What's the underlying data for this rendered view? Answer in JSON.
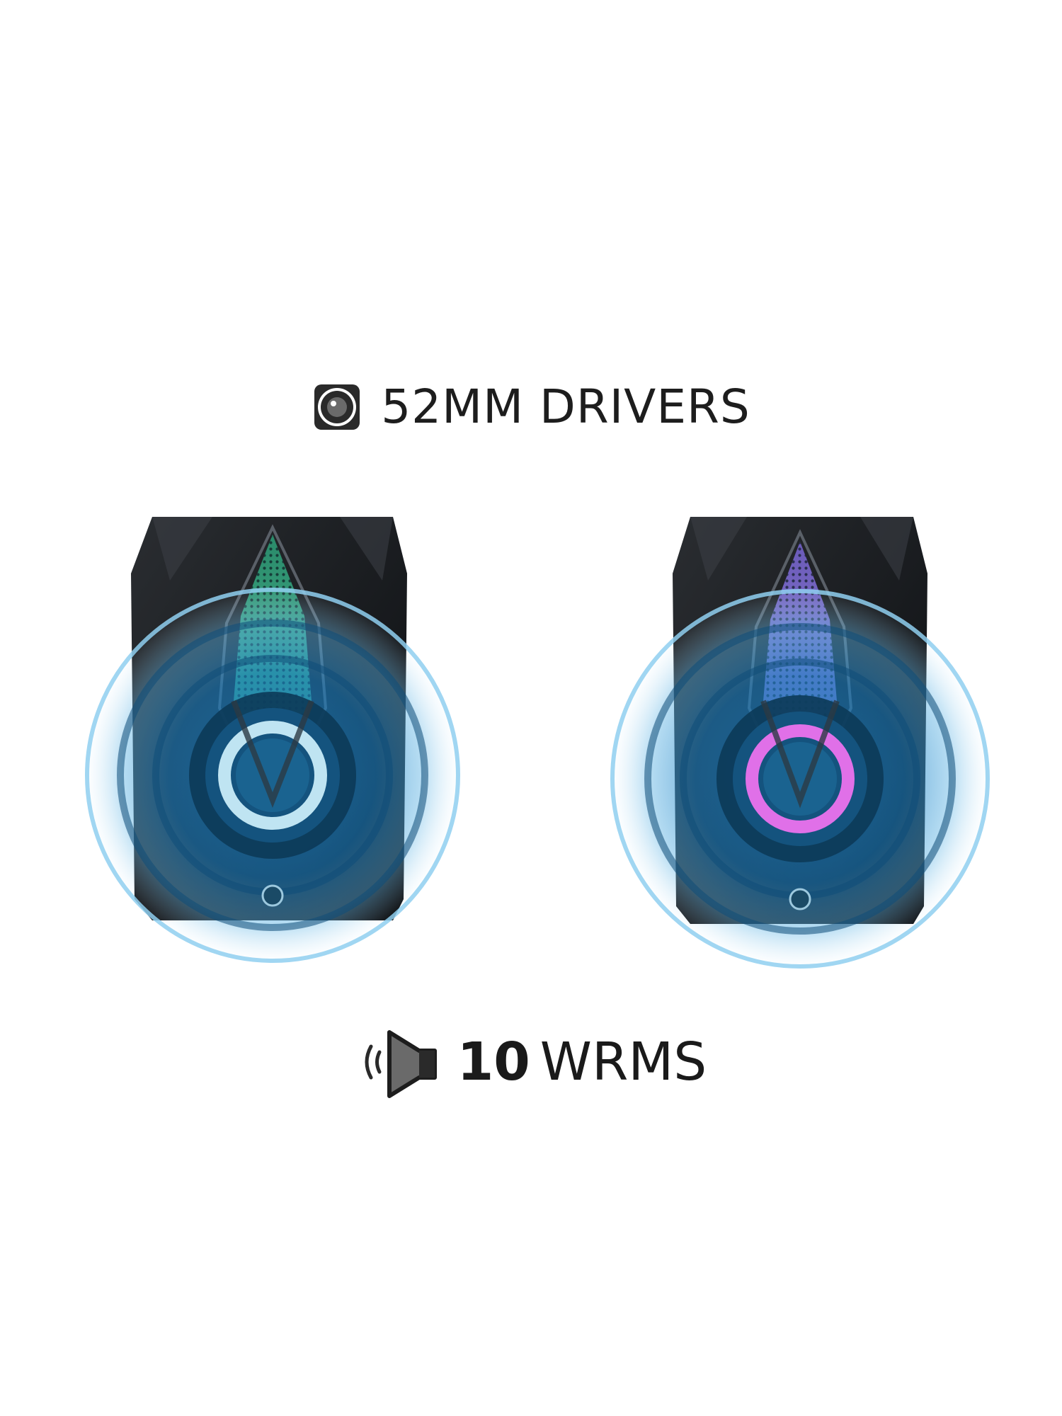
{
  "headline": {
    "icon": "speaker-driver-icon",
    "text": "52MM DRIVERS"
  },
  "footer": {
    "icon": "speaker-volume-icon",
    "power_value": "10",
    "power_unit": "WRMS"
  },
  "speakers": [
    {
      "name": "left-speaker",
      "ring_color": "#bfe4f2",
      "grille_color": "#3aa07c"
    },
    {
      "name": "right-speaker",
      "ring_color": "#e070e8",
      "grille_color": "#8a78c8"
    }
  ],
  "colors": {
    "ripple": "#1e90d8",
    "cabinet": "#111418",
    "text": "#1d1d1d"
  }
}
